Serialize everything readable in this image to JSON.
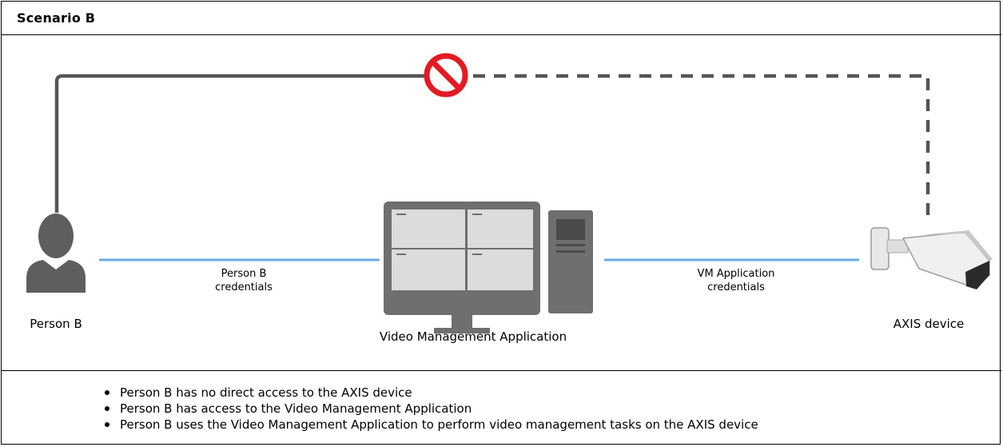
{
  "header": {
    "title": "Scenario B"
  },
  "diagram": {
    "person_label": "Person B",
    "vma_label": "Video Management Application",
    "device_label": "AXIS device",
    "link_left_label_line1": "Person B",
    "link_left_label_line2": "credentials",
    "link_right_label_line1": "VM Application",
    "link_right_label_line2": "credentials",
    "colors": {
      "credential_line": "#6aabe8",
      "direct_path": "#555555",
      "blocked_symbol": "#e31b23"
    },
    "icons": [
      "person-icon",
      "monitor-icon",
      "computer-tower-icon",
      "security-camera-icon",
      "prohibited-icon"
    ]
  },
  "notes": {
    "items": [
      "Person B has no direct access to the AXIS device",
      "Person B has access to the Video Management Application",
      "Person B uses the Video Management Application to perform video management tasks on the AXIS device"
    ]
  }
}
